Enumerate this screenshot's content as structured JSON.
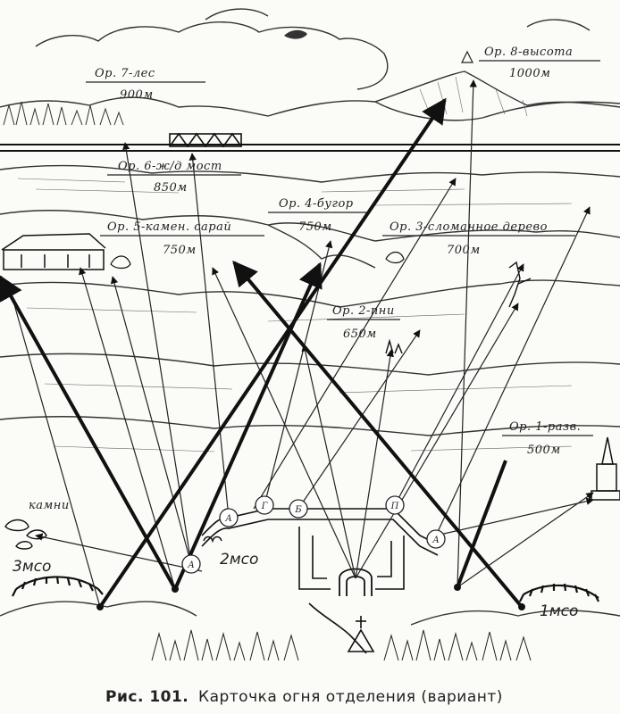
{
  "targets": [
    {
      "name": "Ор. 8-высота",
      "range": "1000м"
    },
    {
      "name": "Ор. 7-лес",
      "range": "900м"
    },
    {
      "name": "Ор. 6-ж/д мост",
      "range": "850м"
    },
    {
      "name": "Ор. 5-камен. сарай",
      "range": "750м"
    },
    {
      "name": "Ор. 4-бугор",
      "range": "750м"
    },
    {
      "name": "Ор. 3-сломанное дерево",
      "range": "700м"
    },
    {
      "name": "Ор. 2-пни",
      "range": "650м"
    },
    {
      "name": "Ор. 1-разв.",
      "range": "500м"
    }
  ],
  "positions": {
    "stones": "камни",
    "left": "3мсо",
    "center": "2мсо",
    "right": "1мсо"
  },
  "nodes": [
    "А",
    "А",
    "Г",
    "Б",
    "П",
    "А"
  ],
  "caption": {
    "prefix": "Рис. 101.",
    "text": "Карточка огня отделения (вариант)"
  }
}
